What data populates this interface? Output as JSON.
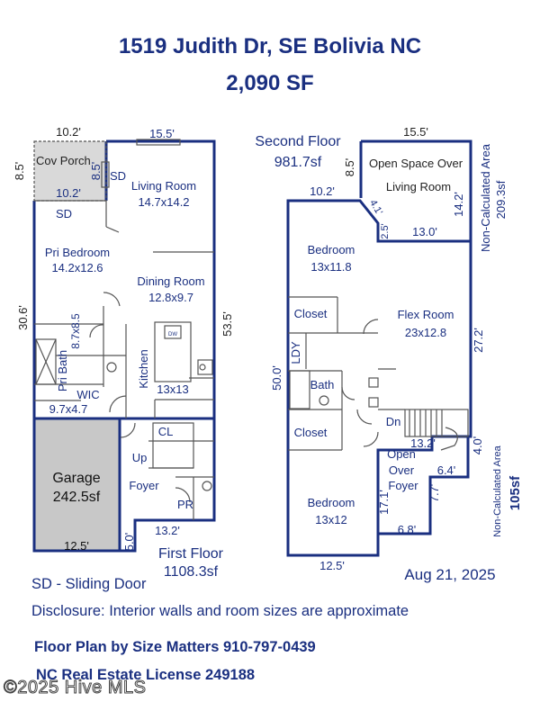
{
  "header": {
    "address": "1519 Judith Dr, SE Bolivia NC",
    "area": "2,090 SF"
  },
  "first_floor": {
    "title": "First Floor",
    "area": "1108.3sf",
    "rooms": {
      "cov_porch": "Cov Porch",
      "living_room": "Living Room",
      "living_room_dim": "14.7x14.2",
      "pri_bedroom": "Pri Bedroom",
      "pri_bedroom_dim": "14.2x12.6",
      "dining_room": "Dining Room",
      "dining_room_dim": "12.8x9.7",
      "kitchen": "Kitchen",
      "kitchen_dim": "13x13",
      "pri_bath": "Pri Bath",
      "pri_bath_dim": "8.7x8.5",
      "wic": "WIC",
      "wic_dim": "9.7x4.7",
      "cl": "CL",
      "up": "Up",
      "foyer": "Foyer",
      "pr": "PR",
      "garage": "Garage",
      "garage_area": "242.5sf",
      "dw": "DW",
      "sd1": "SD",
      "sd2": "SD"
    },
    "dims": {
      "porch_top": "10.2'",
      "porch_side": "8.5'",
      "porch_inner": "10.2'",
      "porch_right": "8.5'",
      "living_top": "15.5'",
      "left_side": "30.6'",
      "right_side": "53.5'",
      "bottom": "13.2'",
      "garage_bottom": "12.5'",
      "step": "5.0'"
    }
  },
  "second_floor": {
    "title": "Second Floor",
    "area": "981.7sf",
    "rooms": {
      "open_space_1": "Open Space Over",
      "open_space_2": "Living Room",
      "bedroom1": "Bedroom",
      "bedroom1_dim": "13x11.8",
      "closet1": "Closet",
      "flex_room": "Flex Room",
      "flex_room_dim": "23x12.8",
      "ldy": "LDY",
      "bath": "Bath",
      "closet2": "Closet",
      "dn": "Dn",
      "open_foyer_1": "Open",
      "open_foyer_2": "Over",
      "open_foyer_3": "Foyer",
      "bedroom2": "Bedroom",
      "bedroom2_dim": "13x12"
    },
    "dims": {
      "top_open": "15.5'",
      "open_left": "8.5'",
      "diag": "4.1'",
      "small": "2.5'",
      "open_bottom": "13.0'",
      "open_right": "14.2'",
      "left_top": "10.2'",
      "left_side": "50.0'",
      "right_side": "27.2'",
      "stair_w": "13.2'",
      "stair_r": "4.0'",
      "foyer_a": "6.4'",
      "foyer_b": "7.7'",
      "foyer_c": "17.1'",
      "foyer_d": "6.8'",
      "bottom": "12.5'"
    },
    "non_calc_1": "Non-Calculated Area",
    "non_calc_1_area": "209.3sf",
    "non_calc_2": "Non-Calculated Area",
    "non_calc_2_area": "105sf"
  },
  "date": "Aug 21, 2025",
  "legend": "SD - Sliding Door",
  "disclosure": "Disclosure: Interior walls and room sizes are approximate",
  "footer": {
    "company": "Floor Plan by Size Matters 910-797-0439",
    "license": "NC Real Estate License 249188"
  },
  "watermark": "©2025 Hive MLS",
  "colors": {
    "wall": "#1a2f80",
    "text": "#1a2f80",
    "garage_fill": "#c8c8c8",
    "porch_fill": "#d9d9d9"
  }
}
